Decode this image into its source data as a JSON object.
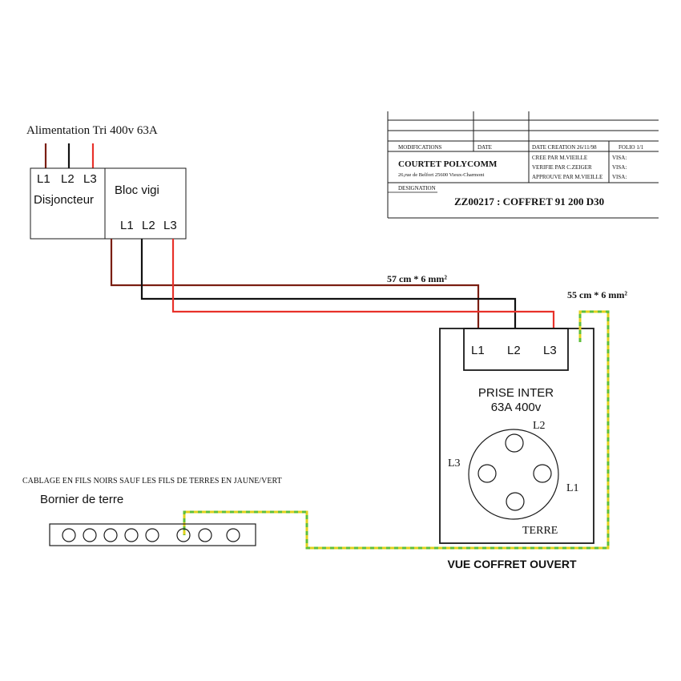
{
  "supply": {
    "label": "Alimentation  Tri  400v  63A"
  },
  "breaker": {
    "terminals": [
      "L1",
      "L2",
      "L3"
    ],
    "name": "Disjoncteur"
  },
  "vigi": {
    "name": "Bloc  vigi",
    "terminals": [
      "L1",
      "L2",
      "L3"
    ]
  },
  "cable_phase": {
    "label": "57  cm  *  6  mm²"
  },
  "cable_earth": {
    "label": "55  cm  *  6  mm²"
  },
  "socket": {
    "terminals": [
      "L1",
      "L2",
      "L3"
    ],
    "title_line1": "PRISE  INTER",
    "title_line2": "63A  400v",
    "pins": {
      "l2": "L2",
      "l3": "L3",
      "l1": "L1",
      "earth": "TERRE"
    }
  },
  "note": {
    "text": "CABLAGE  EN  FILS  NOIRS  SAUF  LES  FILS  DE  TERRES  EN  JAUNE/VERT"
  },
  "earth_bar": {
    "label": "Bornier  de  terre"
  },
  "view_label": "VUE  COFFRET  OUVERT",
  "title_block": {
    "modifications": "MODIFICATIONS",
    "date": "DATE",
    "date_creation": "DATE CREATION  26/11/98",
    "folio": "FOLIO   1/1",
    "created_by": "CREE  PAR  M.VIEILLE",
    "checked_by": "VERIFIE  PAR  C.ZEIGER",
    "approved_by": "APPROUVE  PAR  M.VIEILLE",
    "visa_1": "VISA:",
    "visa_2": "VISA:",
    "visa_3": "VISA:",
    "company": "COURTET  POLYCOMM",
    "address": "26,rue  de  Belfort    25600  Vieux-Charmont",
    "designation_label": "DESIGNATION",
    "designation": "ZZ00217  :  COFFRET  91  200  D30"
  },
  "colors": {
    "phase_l1": "#7a1e12",
    "phase_l2": "#111111",
    "phase_l3": "#e8312a",
    "earth_yellow": "#e3d11d",
    "earth_green": "#5fbf3a",
    "line": "#1a1a1a"
  }
}
